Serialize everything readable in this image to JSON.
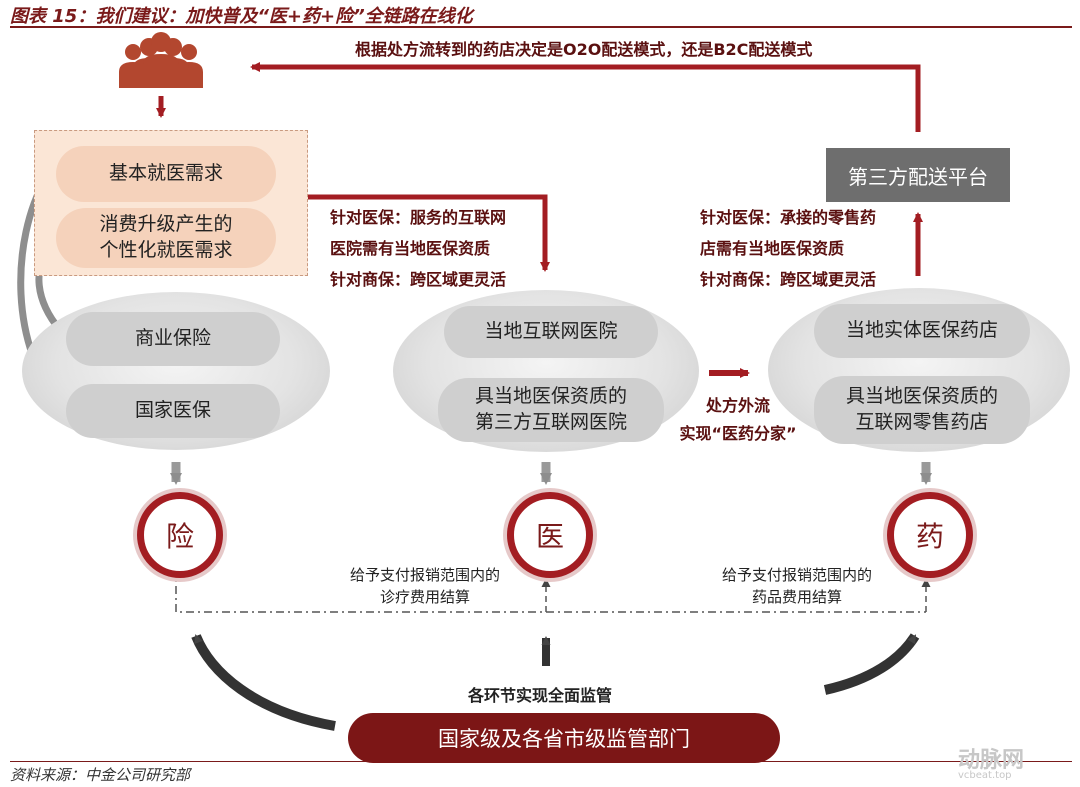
{
  "figure": {
    "title": "图表 15：我们建议：加快普及“医+药+险”全链路在线化",
    "source": "资料来源：中金公司研究部",
    "watermark": "动脉网",
    "watermark_sub": "vcbeat.top"
  },
  "top_flow": {
    "text": "根据处方流转到的药店决定是O2O配送模式，还是B2C配送模式"
  },
  "users": {
    "icon": "people-group-icon"
  },
  "demand": {
    "items": [
      "基本就医需求",
      "消费升级产生的\n个性化就医需求"
    ]
  },
  "insurance": {
    "items": [
      "商业保险",
      "国家医保"
    ],
    "badge": "险"
  },
  "hospital": {
    "items": [
      "当地互联网医院",
      "具当地医保资质的\n第三方互联网医院"
    ],
    "badge": "医",
    "note": [
      "针对医保：服务的互联网",
      "医院需有当地医保资质",
      "针对商保：跨区域更灵活"
    ]
  },
  "pharmacy": {
    "items": [
      "当地实体医保药店",
      "具当地医保资质的\n互联网零售药店"
    ],
    "badge": "药",
    "note": [
      "针对医保：承接的零售药",
      "店需有当地医保资质",
      "针对商保：跨区域更灵活"
    ]
  },
  "platform": {
    "label": "第三方配送平台"
  },
  "prescription": {
    "lines": [
      "处方外流",
      "实现“医药分家”"
    ]
  },
  "settlement": {
    "medical": [
      "给予支付报销范围内的",
      "诊疗费用结算"
    ],
    "drug": [
      "给予支付报销范围内的",
      "药品费用结算"
    ]
  },
  "regulator": {
    "label": "国家级及各省市级监管部门",
    "supervision": "各环节实现全面监管"
  },
  "colors": {
    "accent": "#a31d22",
    "dark_red": "#7c1616",
    "peach": "#f5d2bb",
    "grey": "#6e6e6e"
  }
}
